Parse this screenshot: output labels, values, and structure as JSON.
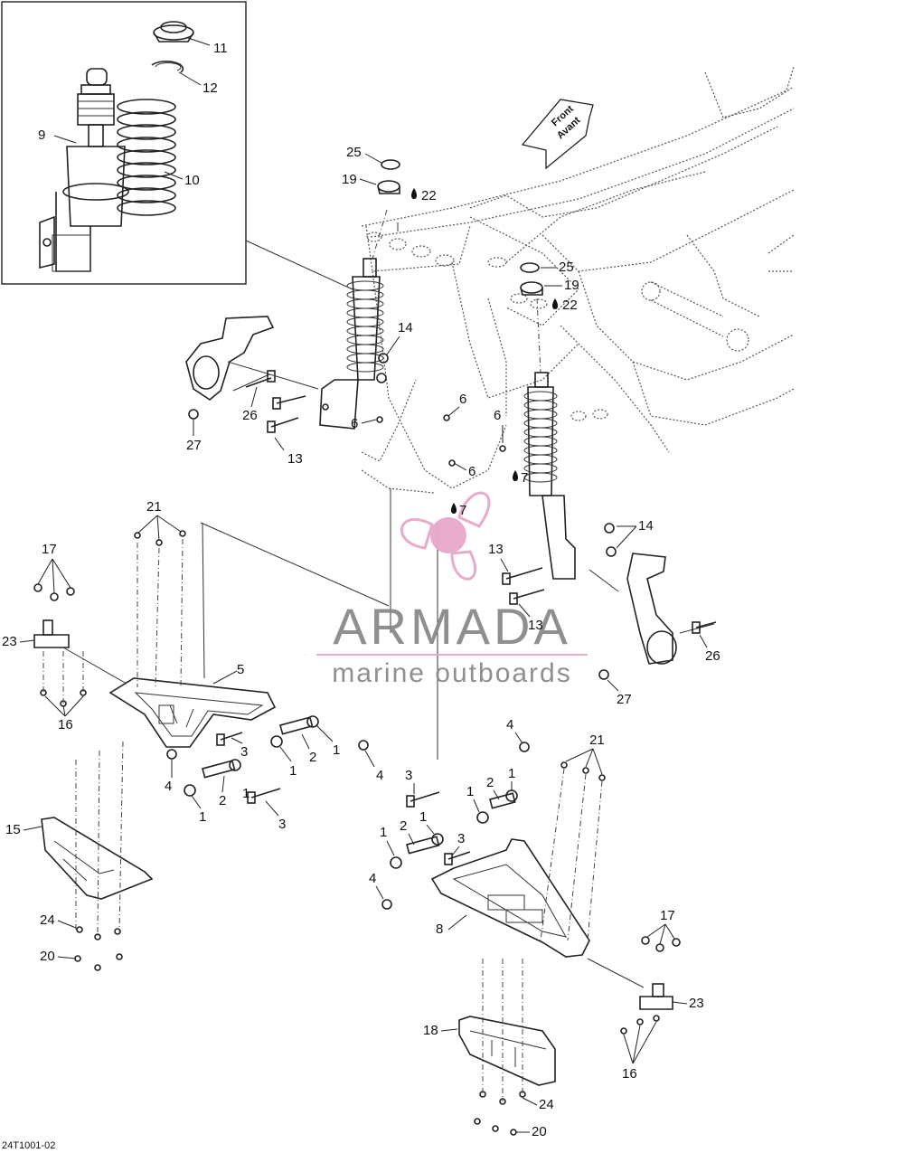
{
  "direction_arrow": {
    "line1": "Front",
    "line2": "Avant"
  },
  "watermark": {
    "brand": "ARMADA",
    "tagline": "marine outboards"
  },
  "reference_code": "24T1001-02",
  "colors": {
    "ink": "#222222",
    "watermark_pink": "#e8a7c9",
    "watermark_grey": "#8a8a8a"
  },
  "callouts": [
    {
      "id": "c11",
      "label": "11"
    },
    {
      "id": "c12",
      "label": "12"
    },
    {
      "id": "c9",
      "label": "9"
    },
    {
      "id": "c10",
      "label": "10"
    },
    {
      "id": "c25a",
      "label": "25"
    },
    {
      "id": "c19a",
      "label": "19"
    },
    {
      "id": "c22a",
      "label": "22"
    },
    {
      "id": "c25b",
      "label": "25"
    },
    {
      "id": "c19b",
      "label": "19"
    },
    {
      "id": "c22b",
      "label": "22"
    },
    {
      "id": "c14a",
      "label": "14"
    },
    {
      "id": "c26a",
      "label": "26"
    },
    {
      "id": "c27a",
      "label": "27"
    },
    {
      "id": "c13a",
      "label": "13"
    },
    {
      "id": "c6a",
      "label": "6"
    },
    {
      "id": "c6b",
      "label": "6"
    },
    {
      "id": "c6c",
      "label": "6"
    },
    {
      "id": "c6d",
      "label": "6"
    },
    {
      "id": "c7a",
      "label": "7"
    },
    {
      "id": "c7b",
      "label": "7"
    },
    {
      "id": "c21a",
      "label": "21"
    },
    {
      "id": "c17a",
      "label": "17"
    },
    {
      "id": "c23a",
      "label": "23"
    },
    {
      "id": "c5",
      "label": "5"
    },
    {
      "id": "c16a",
      "label": "16"
    },
    {
      "id": "c3a",
      "label": "3"
    },
    {
      "id": "c1a",
      "label": "1"
    },
    {
      "id": "c2a",
      "label": "2"
    },
    {
      "id": "c1b",
      "label": "1"
    },
    {
      "id": "c4a",
      "label": "4"
    },
    {
      "id": "c4b",
      "label": "4"
    },
    {
      "id": "c2b",
      "label": "2"
    },
    {
      "id": "c1c",
      "label": "1"
    },
    {
      "id": "c1d",
      "label": "1"
    },
    {
      "id": "c3b",
      "label": "3"
    },
    {
      "id": "c14b",
      "label": "14"
    },
    {
      "id": "c13b",
      "label": "13"
    },
    {
      "id": "c13c",
      "label": "13"
    },
    {
      "id": "c26b",
      "label": "26"
    },
    {
      "id": "c27b",
      "label": "27"
    },
    {
      "id": "c15",
      "label": "15"
    },
    {
      "id": "c24a",
      "label": "24"
    },
    {
      "id": "c20a",
      "label": "20"
    },
    {
      "id": "c4c",
      "label": "4"
    },
    {
      "id": "c21b",
      "label": "21"
    },
    {
      "id": "c3c",
      "label": "3"
    },
    {
      "id": "c1e",
      "label": "1"
    },
    {
      "id": "c2c",
      "label": "2"
    },
    {
      "id": "c1f",
      "label": "1"
    },
    {
      "id": "c1g",
      "label": "1"
    },
    {
      "id": "c2d",
      "label": "2"
    },
    {
      "id": "c1h",
      "label": "1"
    },
    {
      "id": "c3d",
      "label": "3"
    },
    {
      "id": "c4d",
      "label": "4"
    },
    {
      "id": "c8",
      "label": "8"
    },
    {
      "id": "c17b",
      "label": "17"
    },
    {
      "id": "c23b",
      "label": "23"
    },
    {
      "id": "c16b",
      "label": "16"
    },
    {
      "id": "c18",
      "label": "18"
    },
    {
      "id": "c24b",
      "label": "24"
    },
    {
      "id": "c20b",
      "label": "20"
    }
  ]
}
